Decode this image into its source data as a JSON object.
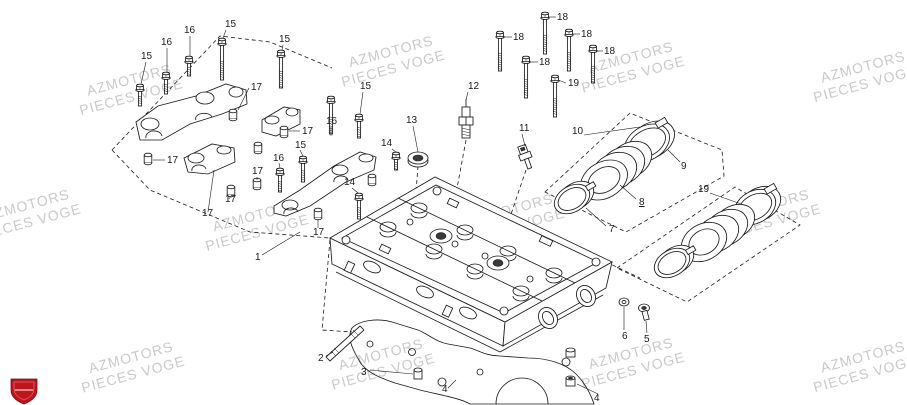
{
  "watermark": {
    "line1": "AZMOTORS",
    "line2": "PIECES VOGE"
  },
  "callouts": [
    "16",
    "15",
    "16",
    "15",
    "15",
    "17",
    "17",
    "17",
    "15",
    "16",
    "17",
    "17",
    "17",
    "17",
    "16",
    "15",
    "14",
    "14",
    "13",
    "12",
    "11",
    "10",
    "9",
    "8",
    "7",
    "19",
    "19",
    "18",
    "18",
    "18",
    "18",
    "18",
    "6",
    "5",
    "1",
    "2",
    "3",
    "4",
    "4"
  ],
  "colors": {
    "line": "#1a1a1a",
    "watermark": "#c9c9c9",
    "logo": "#c0141c"
  },
  "icons": {
    "logo": "red-shield-logo"
  }
}
